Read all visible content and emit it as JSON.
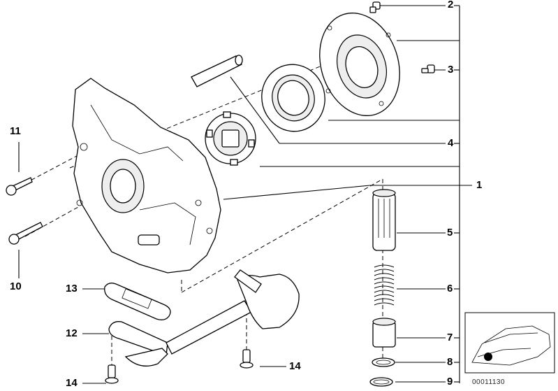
{
  "callouts": {
    "c1": "1",
    "c2": "2",
    "c3": "3",
    "c4": "4",
    "c5": "5",
    "c6": "6",
    "c7": "7",
    "c8": "8",
    "c9": "9",
    "c10": "10",
    "c11": "11",
    "c12": "12",
    "c13": "13",
    "c14a": "14",
    "c14b": "14"
  },
  "reference_number": "00011130"
}
